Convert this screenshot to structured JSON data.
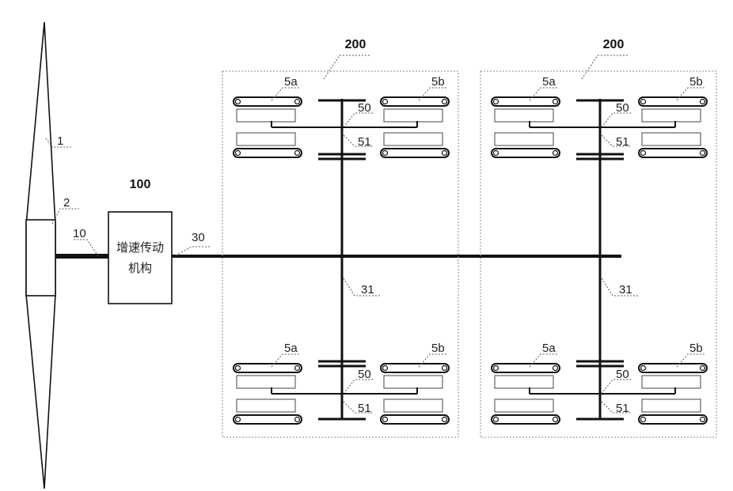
{
  "labels": {
    "blade": "1",
    "hub": "2",
    "input_shaft": "10",
    "gearbox_number": "100",
    "gearbox_text_line1": "增速传动",
    "gearbox_text_line2": "机构",
    "main_shaft": "30",
    "unit": "200",
    "branch_shaft": "31",
    "gear_pair": "50",
    "small_gear": "51",
    "generator_a": "5a",
    "generator_b": "5b"
  }
}
